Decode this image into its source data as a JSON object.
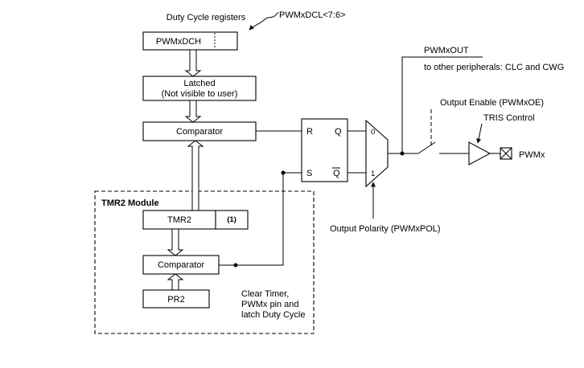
{
  "labels": {
    "duty_cycle_registers": "Duty Cycle registers",
    "pwmxdcl": "PWMxDCL<7:6>",
    "pwmxout": "PWMxOUT",
    "to_other_peripherals": "to other peripherals: CLC and CWG",
    "output_enable": "Output Enable (PWMxOE)",
    "tris_control": "TRIS Control",
    "pwmx_pin": "PWMx",
    "output_polarity": "Output Polarity (PWMxPOL)",
    "clear_timer_lines": [
      "Clear Timer,",
      "PWMx pin and",
      "latch Duty Cycle"
    ]
  },
  "boxes": {
    "pwmxdch": "PWMxDCH",
    "latched_title": "Latched",
    "latched_subtitle": "(Not visible to user)",
    "comparator_duty": "Comparator",
    "tmr2_module": "TMR2 Module",
    "tmr2": "TMR2",
    "tmr2_note": "(1)",
    "comparator_period": "Comparator",
    "pr2": "PR2"
  },
  "sr_latch": {
    "r": "R",
    "s": "S",
    "q": "Q",
    "q_bar": "Q"
  },
  "mux": {
    "input0": "0",
    "input1": "1"
  },
  "colors": {
    "background": "#ffffff",
    "line": "#000000"
  }
}
